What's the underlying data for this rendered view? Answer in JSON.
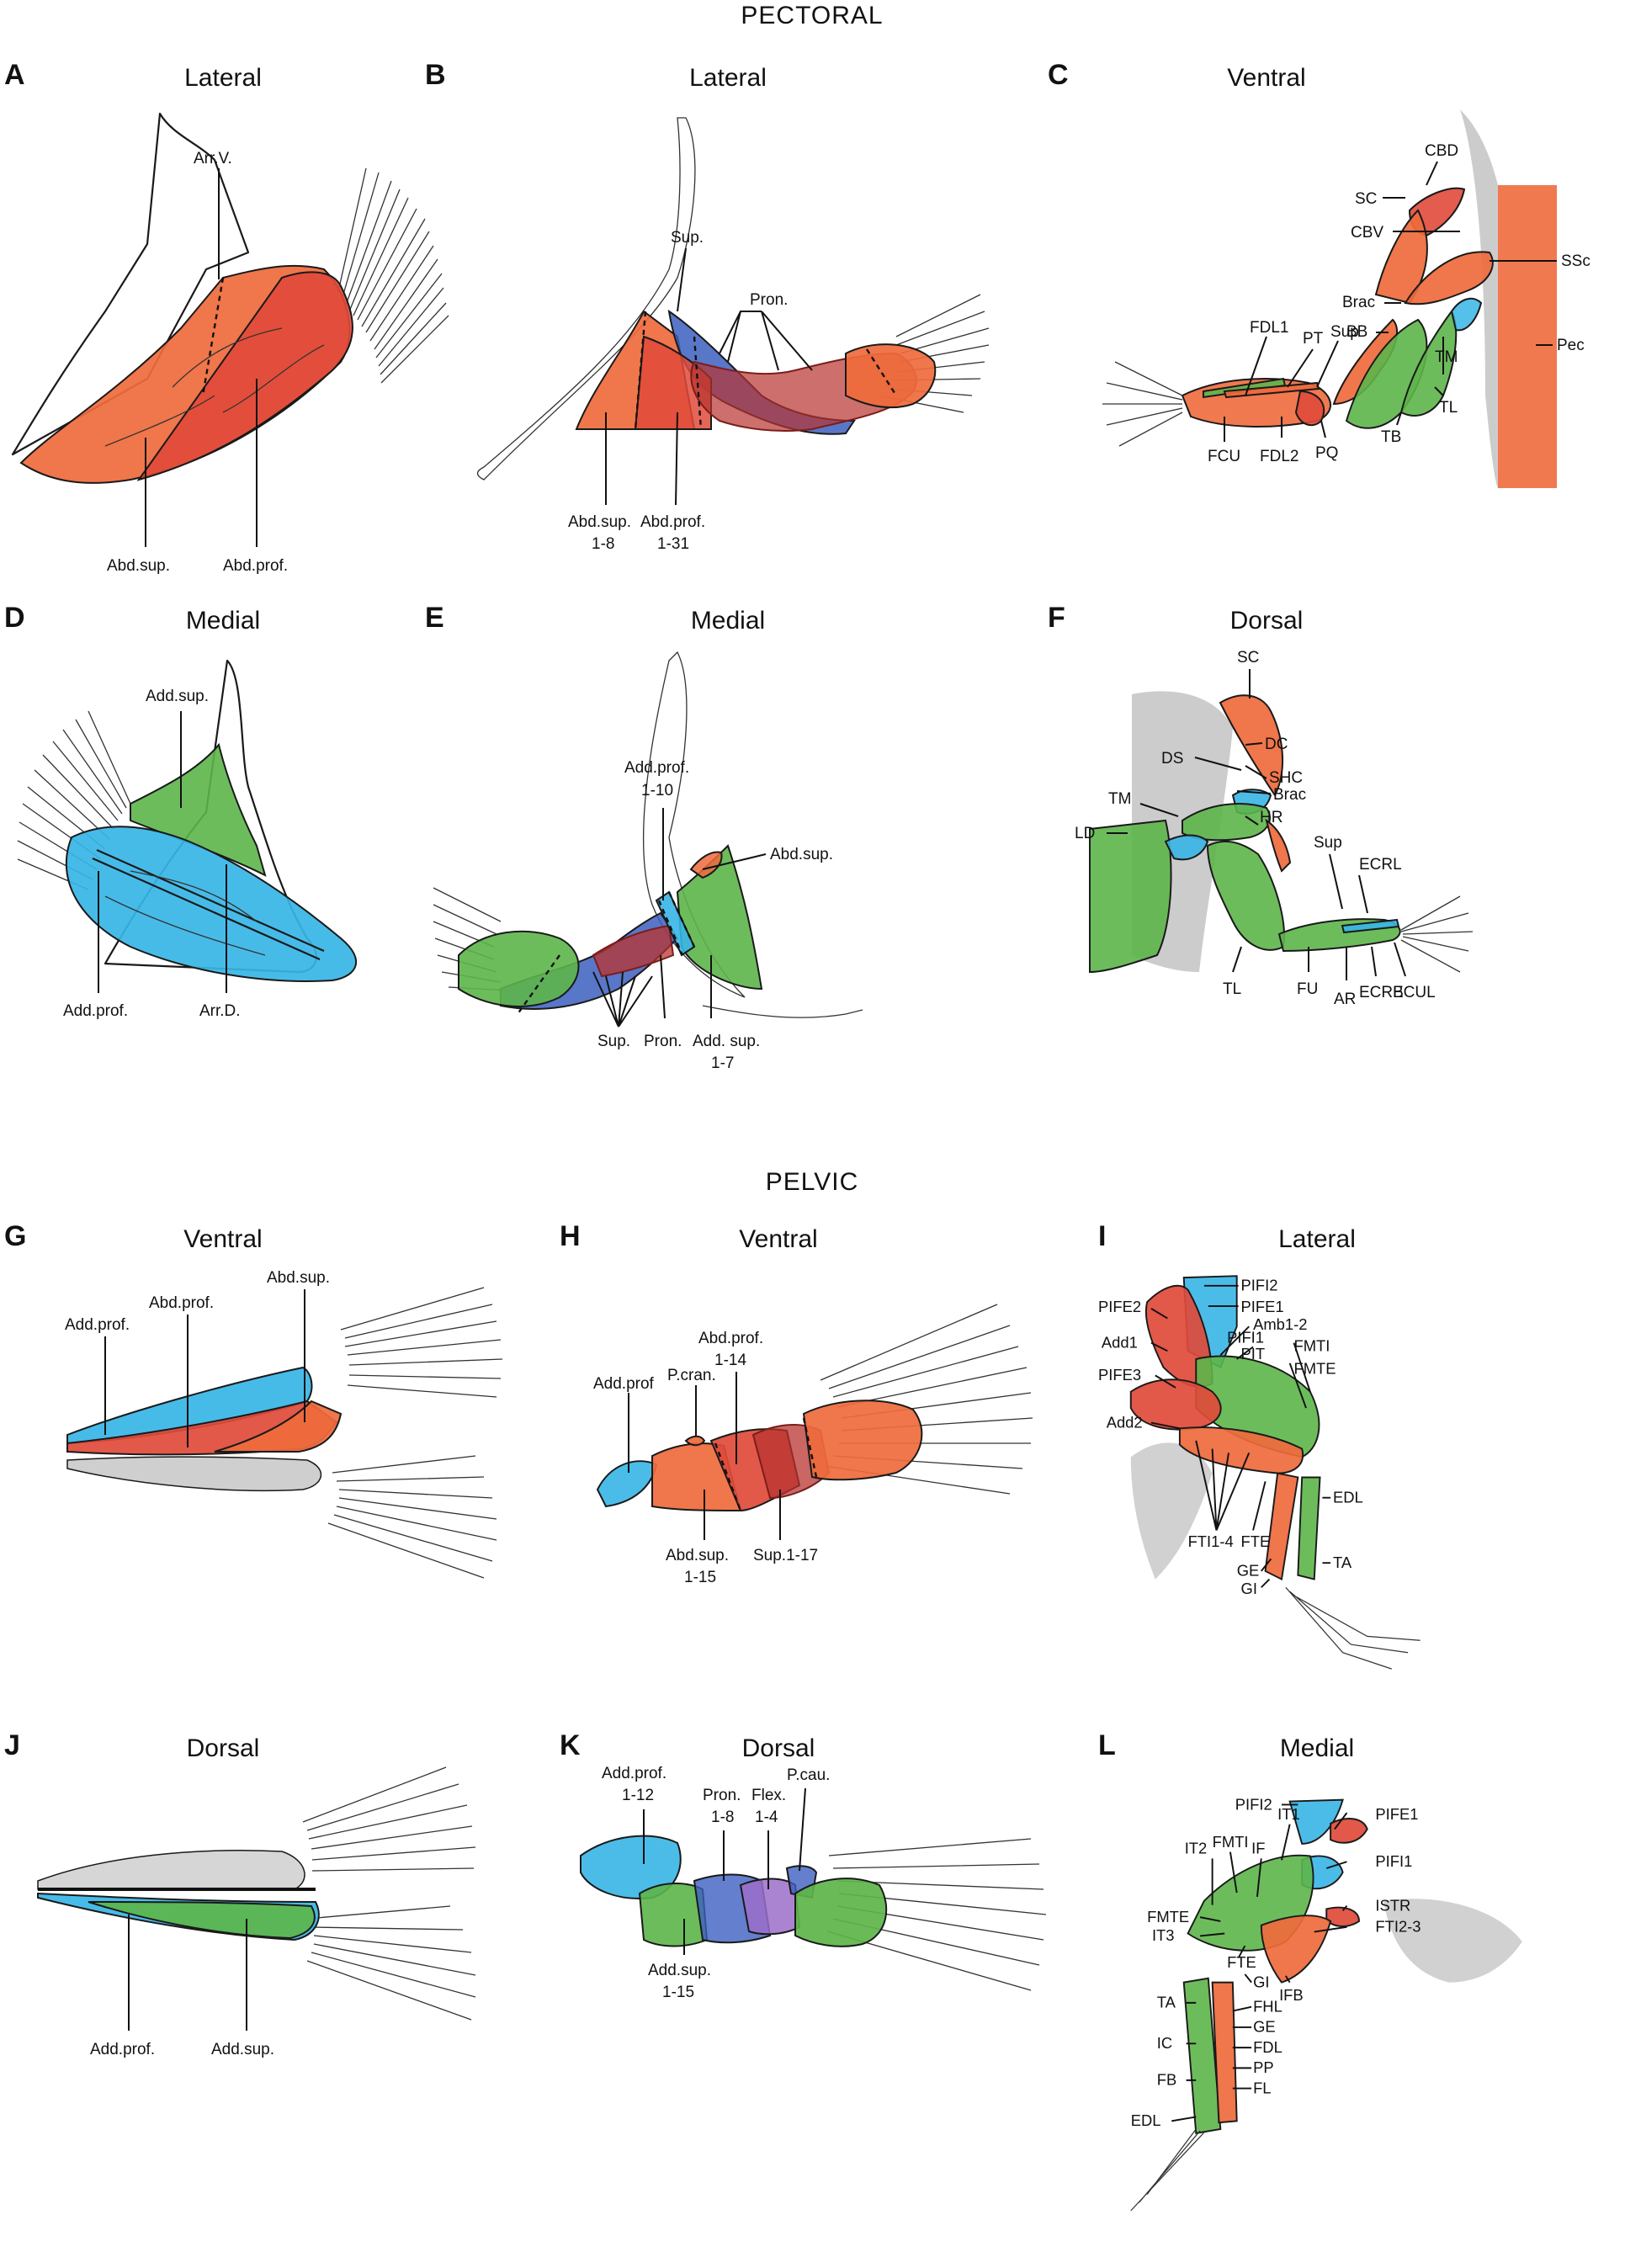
{
  "sections": {
    "pectoral": "PECTORAL",
    "pelvic": "PELVIC"
  },
  "colors": {
    "abductor_superficial": "#ef6a3c",
    "abductor_profundus": "#e04a3a",
    "adductor_superficial": "#5db54a",
    "adductor_profundus": "#37b5e6",
    "supinator": "#3c5fc0",
    "pronator": "#b8332f",
    "flexor": "#9b6fc9",
    "bone_outline": "#1a1a1a"
  },
  "panels": {
    "A": {
      "letter": "A",
      "view": "Lateral",
      "labels": [
        "Arr.V.",
        "Abd.sup.",
        "Abd.prof."
      ]
    },
    "B": {
      "letter": "B",
      "view": "Lateral",
      "labels": [
        "Sup.",
        "Pron.",
        "Abd.sup.",
        "1-8",
        "Abd.prof.",
        "1-31"
      ]
    },
    "C": {
      "letter": "C",
      "view": "Ventral",
      "labels": [
        "CBD",
        "SC",
        "CBV",
        "SSc",
        "Brac",
        "BB",
        "FDL1",
        "PT",
        "Sup",
        "TM",
        "Pec",
        "FCU",
        "FDL2",
        "PQ",
        "TB",
        "TL"
      ]
    },
    "D": {
      "letter": "D",
      "view": "Medial",
      "labels": [
        "Add.sup.",
        "Add.prof.",
        "Arr.D."
      ]
    },
    "E": {
      "letter": "E",
      "view": "Medial",
      "labels": [
        "Add.prof.",
        "1-10",
        "Abd.sup.",
        "Sup.",
        "Pron.",
        "Add. sup.",
        "1-7"
      ]
    },
    "F": {
      "letter": "F",
      "view": "Dorsal",
      "labels": [
        "SC",
        "DC",
        "DS",
        "SHC",
        "Brac",
        "TM",
        "HR",
        "LD",
        "Sup",
        "ECRL",
        "TL",
        "FU",
        "AR",
        "ECRB",
        "ECUL"
      ]
    },
    "G": {
      "letter": "G",
      "view": "Ventral",
      "labels": [
        "Abd.sup.",
        "Abd.prof.",
        "Add.prof."
      ]
    },
    "H": {
      "letter": "H",
      "view": "Ventral",
      "labels": [
        "Abd.prof.",
        "1-14",
        "P.cran.",
        "Add.prof",
        "Abd.sup.",
        "1-15",
        "Sup.1-17"
      ]
    },
    "I": {
      "letter": "I",
      "view": "Lateral",
      "labels": [
        "PIFI2",
        "PIFE1",
        "PIFE2",
        "Amb1-2",
        "PIFI1",
        "PIT",
        "Add1",
        "FMTI",
        "FMTE",
        "PIFE3",
        "Add2",
        "EDL",
        "FTI1-4",
        "FTE",
        "TA",
        "GE",
        "GI"
      ]
    },
    "J": {
      "letter": "J",
      "view": "Dorsal",
      "labels": [
        "Add.prof.",
        "Add.sup."
      ]
    },
    "K": {
      "letter": "K",
      "view": "Dorsal",
      "labels": [
        "Add.prof.",
        "1-12",
        "Pron.",
        "1-8",
        "Flex.",
        "1-4",
        "P.cau.",
        "Add.sup.",
        "1-15"
      ]
    },
    "L": {
      "letter": "L",
      "view": "Medial",
      "labels": [
        "PIFI2",
        "PIFE1",
        "IT1",
        "IF",
        "FMTI",
        "IT2",
        "PIFI1",
        "ISTR",
        "FMTE",
        "IT3",
        "FTI2-3",
        "FTE",
        "TA",
        "GI",
        "IFB",
        "IC",
        "FHL",
        "GE",
        "FB",
        "FDL",
        "PP",
        "EDL",
        "FL"
      ]
    }
  }
}
